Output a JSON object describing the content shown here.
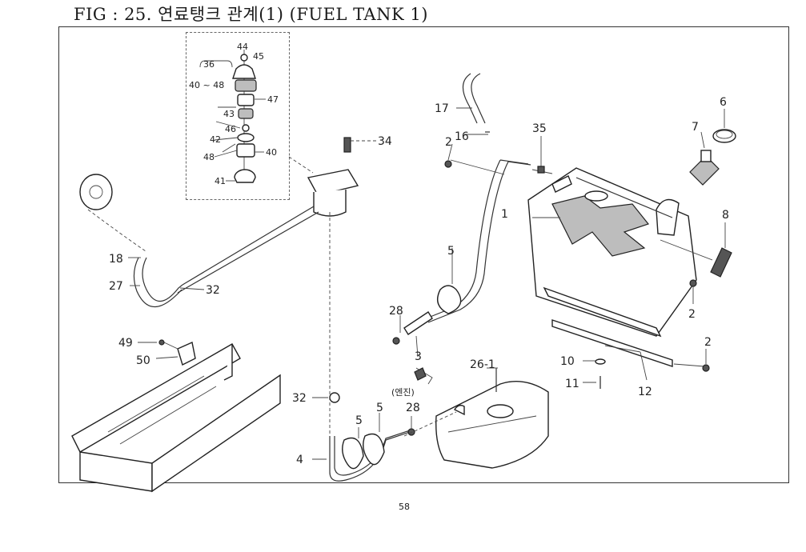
{
  "title": "FIG : 25. 연료탱크 관계(1)  (FUEL TANK 1)",
  "page_number": "58",
  "labels": {
    "p44": "44",
    "p45": "45",
    "p36": "36",
    "p40_48": "40 ~ 48",
    "p47": "47",
    "p43": "43",
    "p46": "46",
    "p42": "42",
    "p48": "48",
    "p40": "40",
    "p41": "41",
    "p34": "34",
    "p17": "17",
    "p16": "16",
    "p2a": "2",
    "p35": "35",
    "p6": "6",
    "p7": "7",
    "p8": "8",
    "p1": "1",
    "p5a": "5",
    "p18": "18",
    "p27": "27",
    "p32a": "32",
    "p28a": "28",
    "p3": "3",
    "p2b": "2",
    "p2c": "2",
    "p10": "10",
    "p11": "11",
    "p12": "12",
    "p49": "49",
    "p50": "50",
    "p26_1": "26-1",
    "engine_note": "(엔진)",
    "p28b": "28",
    "p32b": "32",
    "p5b": "5",
    "p5c": "5",
    "p4": "4"
  }
}
